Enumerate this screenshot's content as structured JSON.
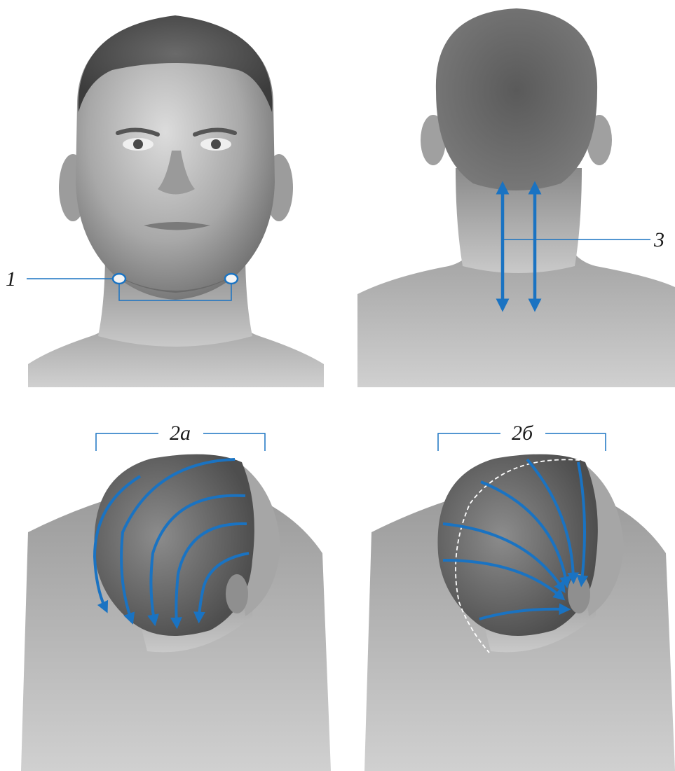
{
  "labels": {
    "point_1": "1",
    "point_3": "3",
    "zone_2a": "2а",
    "zone_2b": "2б"
  },
  "colors": {
    "arrow": "#1a73c2",
    "callout_line": "#1a73c2",
    "skin_light": "#d4d4d4",
    "skin_shadow": "#7a7a7a",
    "hair": "#4a4a4a",
    "label_text": "#1a1a1a",
    "hairline_guide": "#ffffff"
  },
  "figures": [
    {
      "panel": "front-view-head",
      "label": "point_1"
    },
    {
      "panel": "back-view-head",
      "label": "point_3"
    },
    {
      "panel": "three-quarter-back-head-left",
      "label": "zone_2a"
    },
    {
      "panel": "three-quarter-back-head-right",
      "label": "zone_2b"
    }
  ]
}
